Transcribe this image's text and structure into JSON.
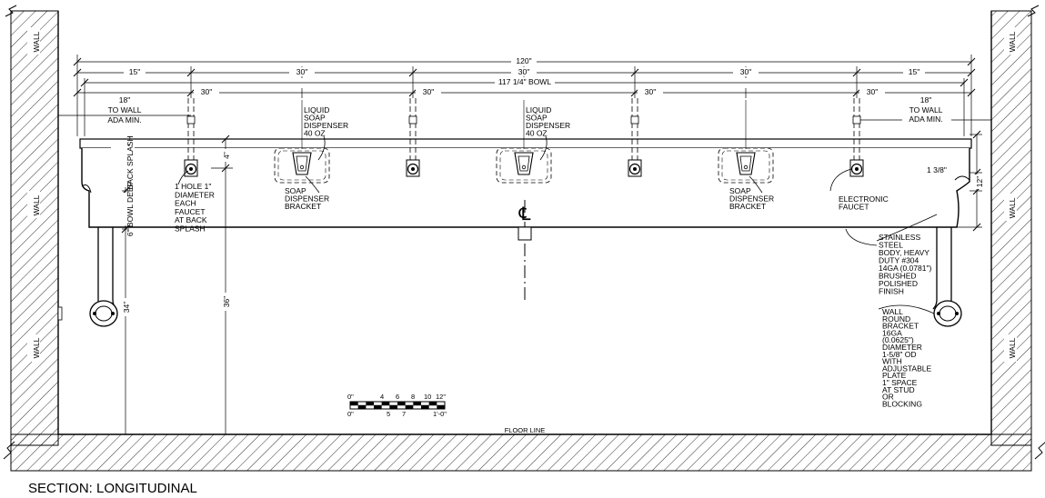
{
  "title": "SECTION: LONGITUDINAL",
  "floor_label": "FLOOR LINE",
  "wall_label": "WALL",
  "dimensions": {
    "overall": "120\"",
    "bowl": "117 1/4\" BOWL",
    "top_row": [
      "15\"",
      "30\"",
      "30\"",
      "30\"",
      "15\""
    ],
    "faucet_row": [
      "30\"",
      "30\"",
      "30\"",
      "30\""
    ],
    "ada_left": [
      "18\"",
      "TO WALL",
      "ADA MIN."
    ],
    "ada_right": [
      "18\"",
      "TO WALL",
      "ADA MIN."
    ],
    "back_splash": "5\" BACK SPLASH",
    "bowl_deep": "6\" BOWL DEEP",
    "splash_4": "4\"",
    "height_34": "34\"",
    "height_36": "36\"",
    "right_12": "12\"",
    "right_13_8": "1 3/8\""
  },
  "notes": {
    "faucet_hole": [
      "1 HOLE 1\"",
      "DIAMETER",
      "EACH",
      "FAUCET",
      "AT BACK",
      "SPLASH"
    ],
    "soap_left": [
      "LIQUID",
      "SOAP",
      "DISPENSER",
      "40 OZ"
    ],
    "soap_center": [
      "LIQUID",
      "SOAP",
      "DISPENSER",
      "40 OZ"
    ],
    "bracket_left": [
      "SOAP",
      "DISPENSER",
      "BRACKET"
    ],
    "bracket_right": [
      "SOAP",
      "DISPENSER",
      "BRACKET"
    ],
    "electronic_faucet": [
      "ELECTRONIC",
      "FAUCET"
    ],
    "body": [
      "STAINLESS",
      "STEEL",
      "BODY, HEAVY",
      "DUTY #304",
      "14GA (0.0781\")",
      "BRUSHED",
      "POLISHED",
      "FINISH"
    ],
    "wall_bracket": [
      "WALL",
      "ROUND",
      "BRACKET",
      "16GA",
      "(0.0625\")",
      "DIAMETER",
      "1-5/8\" OD",
      "WITH",
      "ADJUSTABLE",
      "PLATE",
      "1\" SPACE",
      "AT STUD",
      "OR",
      "BLOCKING"
    ]
  },
  "scale_bar": {
    "top_labels": [
      "0\"",
      "4",
      "6",
      "8",
      "10",
      "12\""
    ],
    "bottom_labels": [
      "0\"",
      "5",
      "7",
      "1'-0\""
    ]
  },
  "centerline_symbol": "℄"
}
